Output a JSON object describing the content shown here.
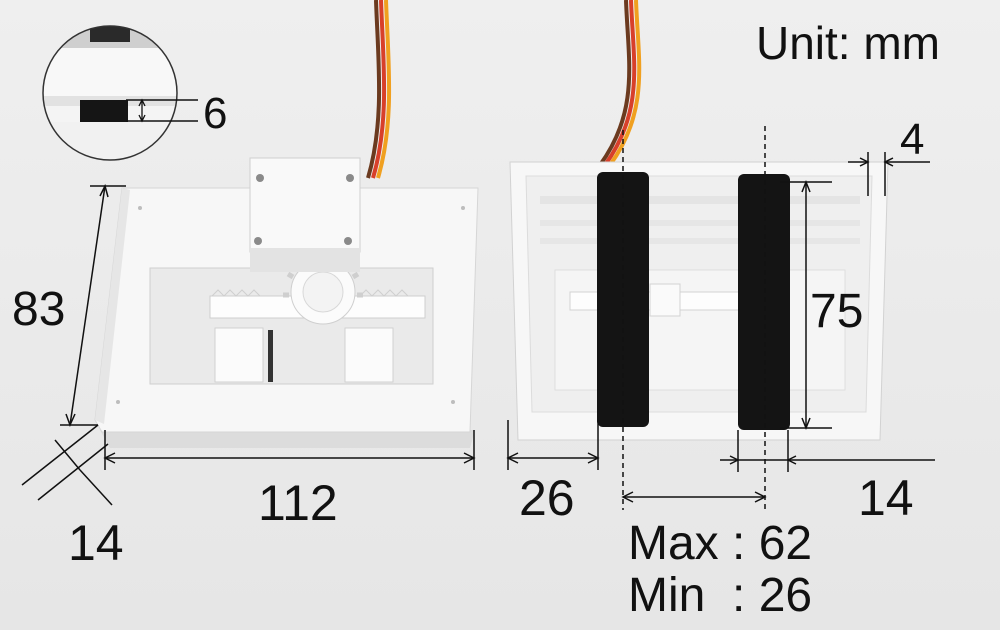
{
  "unit_label": "Unit: mm",
  "inset": {
    "gap_label": "6"
  },
  "left_device": {
    "height_label": "83",
    "width_label": "112",
    "depth_label": "14"
  },
  "right_device": {
    "wall_label": "4",
    "pad_height_label": "75",
    "edge_offset_label": "26",
    "pad_width_label": "14",
    "max_label": "Max : 62",
    "min_label": "Min  : 26"
  },
  "colors": {
    "background": "#ececec",
    "plastic": "#f7f7f7",
    "foam": "#141414",
    "wire_brown": "#6b3a1f",
    "wire_red": "#d8402a",
    "wire_orange": "#f0a020"
  }
}
